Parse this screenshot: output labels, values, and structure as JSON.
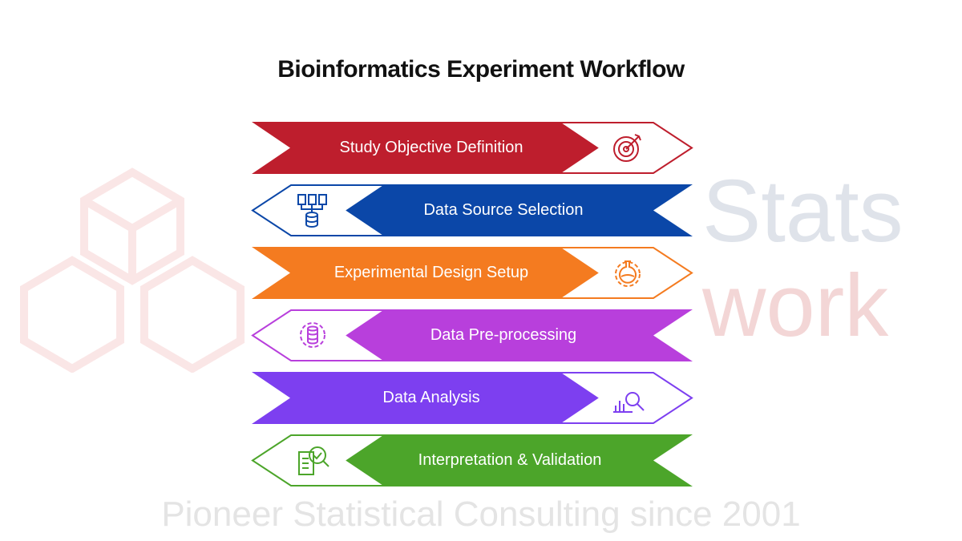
{
  "title": "Bioinformatics Experiment Workflow",
  "watermark": {
    "brand_a": "Stats",
    "brand_b": "work",
    "tagline": "Pioneer Statistical Consulting since 2001"
  },
  "steps": [
    {
      "label": "Study Objective Definition",
      "icon": "target-icon",
      "color": "#BE1E2D",
      "direction": "right"
    },
    {
      "label": "Data Source Selection",
      "icon": "database-icon",
      "color": "#0B47A8",
      "direction": "left"
    },
    {
      "label": "Experimental Design Setup",
      "icon": "flask-gear-icon",
      "color": "#F47B20",
      "direction": "right"
    },
    {
      "label": "Data Pre-processing",
      "icon": "gear-database-icon",
      "color": "#B83FDC",
      "direction": "left"
    },
    {
      "label": "Data Analysis",
      "icon": "chart-magnifier-icon",
      "color": "#7D3FF0",
      "direction": "right"
    },
    {
      "label": "Interpretation & Validation",
      "icon": "checklist-magnifier-icon",
      "color": "#4CA52A",
      "direction": "left"
    }
  ]
}
